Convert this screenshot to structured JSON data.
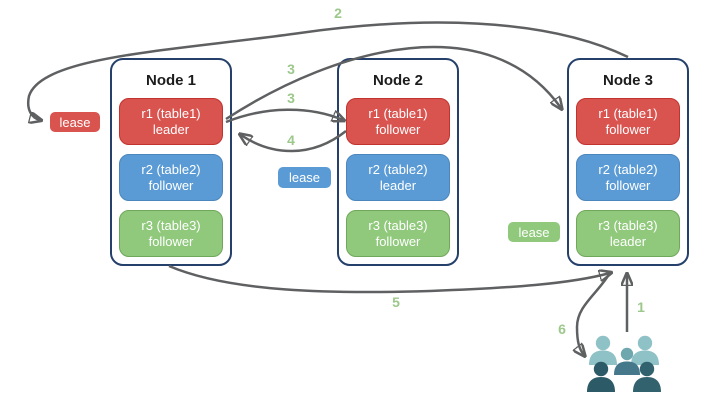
{
  "nodes": [
    {
      "title": "Node 1",
      "replicas": [
        {
          "label": "r1 (table1)",
          "role": "leader",
          "color": "red"
        },
        {
          "label": "r2 (table2)",
          "role": "follower",
          "color": "blue"
        },
        {
          "label": "r3 (table3)",
          "role": "follower",
          "color": "green"
        }
      ]
    },
    {
      "title": "Node 2",
      "replicas": [
        {
          "label": "r1 (table1)",
          "role": "follower",
          "color": "red"
        },
        {
          "label": "r2 (table2)",
          "role": "leader",
          "color": "blue"
        },
        {
          "label": "r3 (table3)",
          "role": "follower",
          "color": "green"
        }
      ]
    },
    {
      "title": "Node 3",
      "replicas": [
        {
          "label": "r1 (table1)",
          "role": "follower",
          "color": "red"
        },
        {
          "label": "r2 (table2)",
          "role": "follower",
          "color": "blue"
        },
        {
          "label": "r3 (table3)",
          "role": "leader",
          "color": "green"
        }
      ]
    }
  ],
  "leases": [
    {
      "label": "lease",
      "color": "red"
    },
    {
      "label": "lease",
      "color": "blue"
    },
    {
      "label": "lease",
      "color": "green"
    }
  ],
  "steps": [
    {
      "text": "1"
    },
    {
      "text": "2"
    },
    {
      "text": "3"
    },
    {
      "text": "3"
    },
    {
      "text": "4"
    },
    {
      "text": "5"
    },
    {
      "text": "6"
    }
  ],
  "icons": {
    "users_group": "users-group-icon"
  },
  "palette": {
    "replica_red": "#D9534F",
    "replica_red_border": "#C1332F",
    "replica_blue": "#5B9BD5",
    "replica_blue_border": "#4B86BC",
    "replica_green": "#90C97C",
    "replica_green_border": "#6FA85A",
    "node_border": "#24406B",
    "arrow": "#5F6062",
    "step_label": "#9CC88B",
    "people_light_teal": "#8FC2C7",
    "people_medium_teal": "#6FA7AF",
    "people_medium_dark": "#45788A",
    "people_dark": "#2C5A66",
    "people_dark_alt": "#33626F"
  }
}
